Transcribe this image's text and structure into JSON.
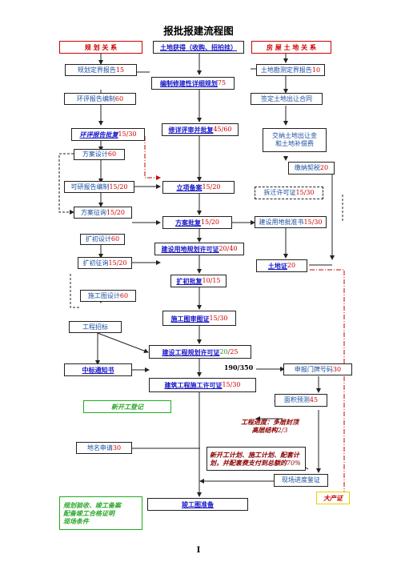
{
  "title": "报批报建流程图",
  "headers": {
    "planning": "规 划 关 系",
    "land": "土地获得（收购、招拍挂）",
    "housing": "房 屋 土 地 关 系"
  },
  "nodes": {
    "planning_report": {
      "label": "规划定界报告",
      "days": "15"
    },
    "land_survey": {
      "label": "土地勘测定界报告",
      "days": "10"
    },
    "detailed_plan": {
      "label": "编制修建性详细规划",
      "days": "75"
    },
    "env_assessment": {
      "label": "环评报告编制",
      "days": "60"
    },
    "land_contract": {
      "label": "签定土地出让合同"
    },
    "env_approval": {
      "label": "环评报告批复",
      "days": "15/30"
    },
    "detailed_review": {
      "label": "修详评审并批复",
      "days": "45/60"
    },
    "land_fee_line1": "交纳土地出让金",
    "land_fee_line2": "和土地补偿费",
    "scheme_design": {
      "label": "方案设计",
      "days": "60"
    },
    "pay_tax": {
      "label": "缴纳契税",
      "days": "20"
    },
    "feasibility": {
      "label": "可研报告编制",
      "days": "15/20"
    },
    "project_filing": {
      "label": "立项备案",
      "days": "15/20"
    },
    "relocation_permit": {
      "label": "拆迁许可证",
      "days": "15/30"
    },
    "scheme_consult": {
      "label": "方案征询",
      "days": "15/20"
    },
    "scheme_approval": {
      "label": "方案批复",
      "days": "15/20"
    },
    "land_approval": {
      "label": "建设用地批准书",
      "days": "15/30"
    },
    "preliminary_design": {
      "label": "扩初设计",
      "days": "60"
    },
    "land_use_permit": {
      "label": "建设用地规划许可证",
      "days": "20/40"
    },
    "preliminary_consult": {
      "label": "扩初征询",
      "days": "15/20"
    },
    "land_certificate": {
      "label": "土地证",
      "days": "20"
    },
    "preliminary_approval": {
      "label": "扩初批复",
      "days": "10/15"
    },
    "construction_drawing": {
      "label": "施工图设计",
      "days": "60"
    },
    "drawing_review": {
      "label": "施工图审图证",
      "days": "15/30"
    },
    "tendering": {
      "label": "工程招标"
    },
    "eng_planning_permit": {
      "label": "建设工程规划许可证",
      "days_a": "20",
      "days_b": "25"
    },
    "bid_notice": {
      "label": "中标通知书"
    },
    "ratio": "190/350",
    "house_number": {
      "label": "申报门牌号码",
      "days": "30"
    },
    "construction_permit": {
      "label": "建筑工程施工许可证",
      "days": "15/30"
    },
    "area_estimate": {
      "label": "面积预测",
      "days": "45"
    },
    "new_start": {
      "label": "新开工登记"
    },
    "progress_line1": "工程进度：多层封顶",
    "progress_line2_bold": "高层结构",
    "progress_line2_rest": "2/3",
    "address_apply": {
      "label": "地名申请",
      "days": "30"
    },
    "presale_line1": "新开工计划、施工计划、配套计",
    "presale_line2_bold": "划，并配套费支付到总额的",
    "presale_line2_rest": "70%",
    "site_check": {
      "label": "现场进度鉴证"
    },
    "completion_line1": "规划验收、竣工备案",
    "completion_line2": "配备竣工合格证明",
    "completion_line3": "现场条件",
    "completion_drawing": {
      "label": "竣工图准备"
    },
    "property_cert": {
      "label": "大产证"
    }
  },
  "page_number": "I",
  "colors": {
    "red": "#d00000",
    "blue": "#1515c8",
    "green": "#2aa82a",
    "yellow": "#e8d000"
  }
}
